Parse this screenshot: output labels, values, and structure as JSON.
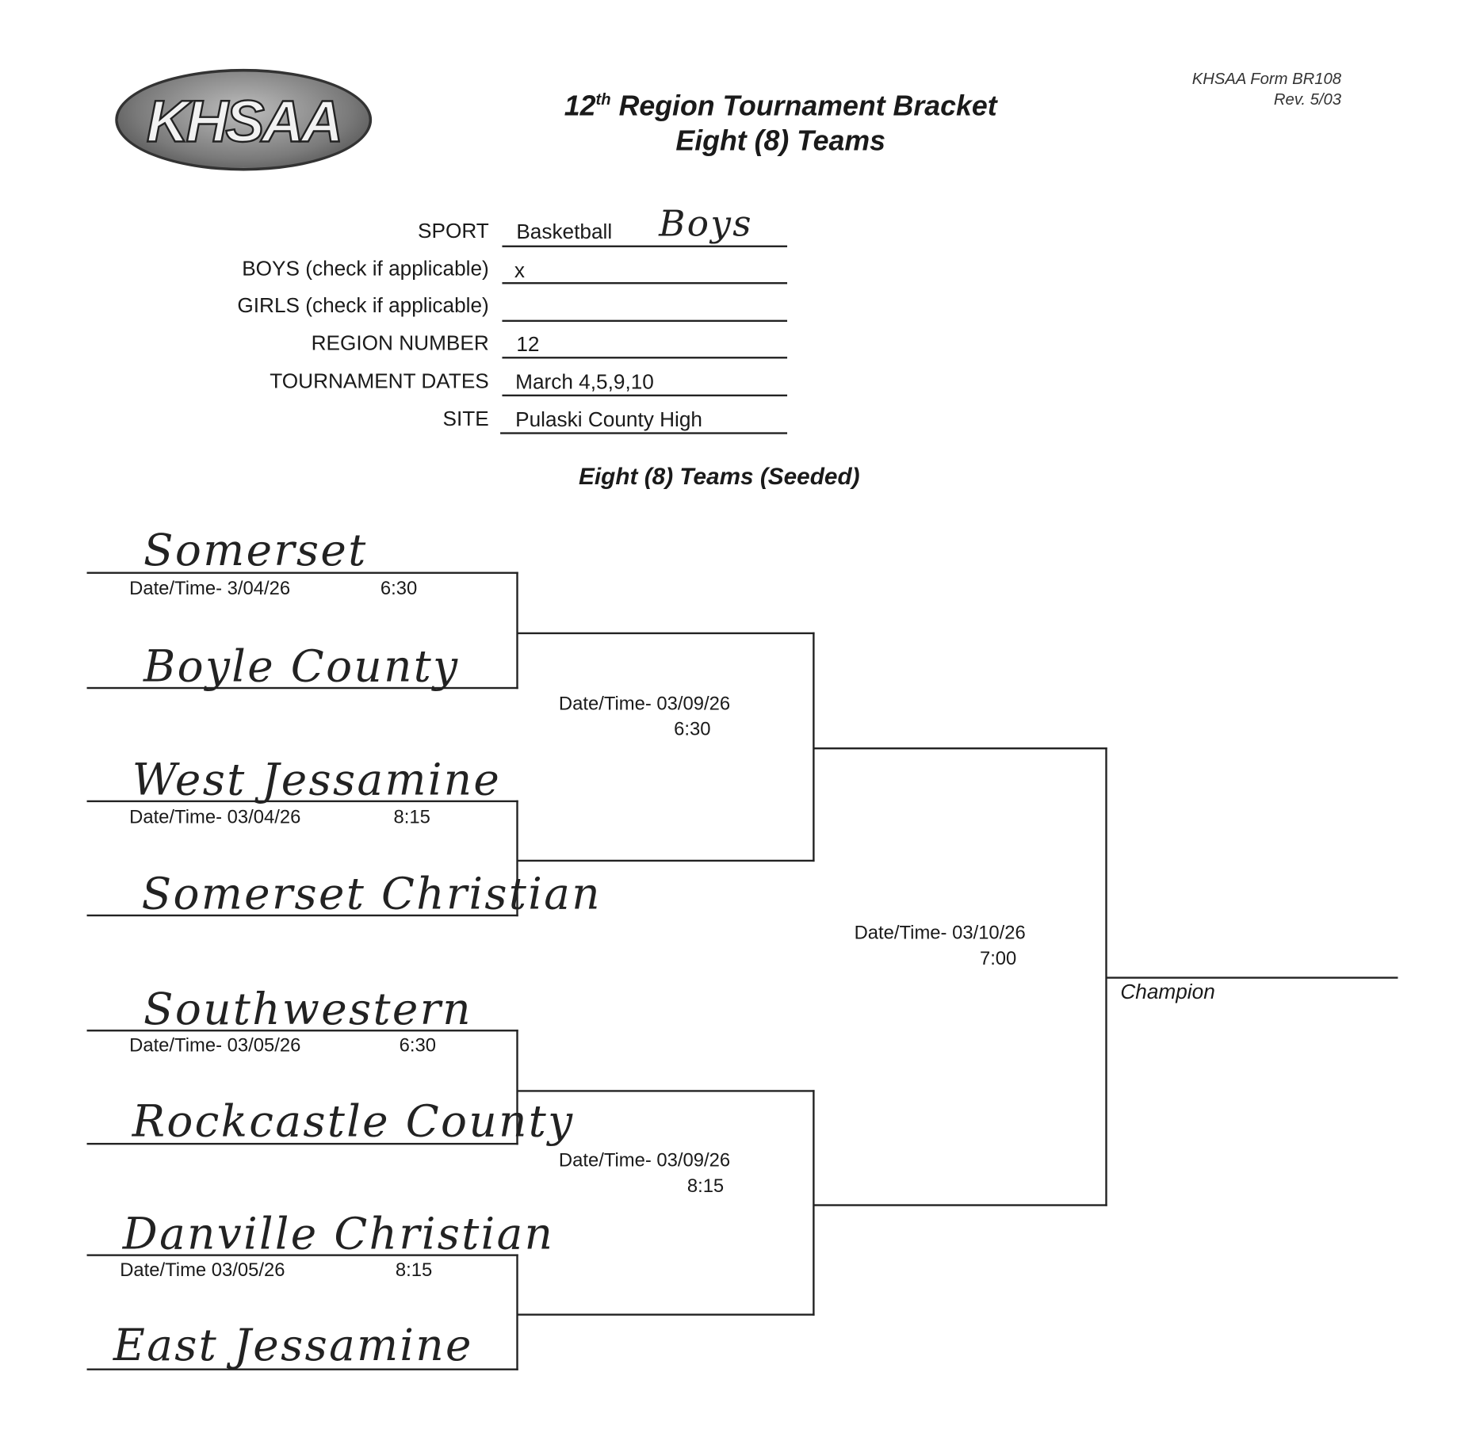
{
  "header": {
    "logo_text": "KHSAA",
    "title_line1_prefix": "12",
    "title_line1_sup": "th",
    "title_line1_suffix": " Region Tournament Bracket",
    "title_line2": "Eight (8) Teams",
    "form_id": "KHSAA Form BR108",
    "form_rev": "Rev. 5/03"
  },
  "form": {
    "sport_label": "SPORT",
    "sport_value": "Basketball",
    "sport_handwritten": "Boys",
    "boys_label": "BOYS (check if applicable)",
    "boys_value": "x",
    "girls_label": "GIRLS (check if applicable)",
    "girls_value": "",
    "region_label": "REGION NUMBER",
    "region_value": "12",
    "dates_label": "TOURNAMENT DATES",
    "dates_value": "March 4,5,9,10",
    "site_label": "SITE",
    "site_value": "Pulaski County High"
  },
  "bracket": {
    "heading": "Eight (8) Teams (Seeded)",
    "teams": [
      "Somerset",
      "Boyle County",
      "West Jessamine",
      "Somerset Christian",
      "Southwestern",
      "Rockcastle County",
      "Danville Christian",
      "East Jessamine"
    ],
    "round1": [
      {
        "date": "Date/Time- 3/04/26",
        "time": "6:30"
      },
      {
        "date": "Date/Time- 03/04/26",
        "time": "8:15"
      },
      {
        "date": "Date/Time- 03/05/26",
        "time": "6:30"
      },
      {
        "date": "Date/Time 03/05/26",
        "time": "8:15"
      }
    ],
    "round2": [
      {
        "date": "Date/Time- 03/09/26",
        "time": "6:30"
      },
      {
        "date": "Date/Time- 03/09/26",
        "time": "8:15"
      }
    ],
    "final": {
      "date": "Date/Time- 03/10/26",
      "time": "7:00"
    },
    "champion_label": "Champion"
  }
}
